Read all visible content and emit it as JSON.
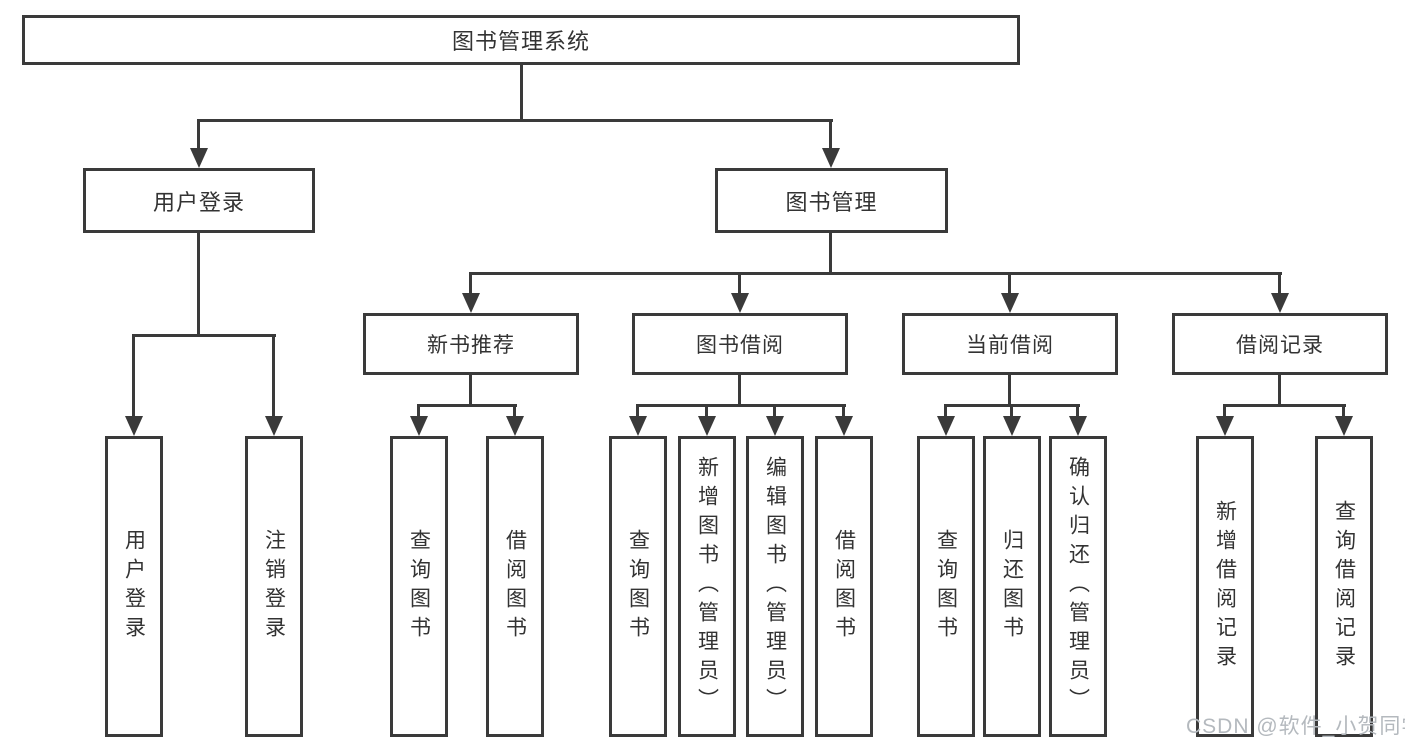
{
  "diagram": {
    "root": {
      "label": "图书管理系统"
    },
    "level2": [
      {
        "id": "user-login",
        "label": "用户登录"
      },
      {
        "id": "book-mgmt",
        "label": "图书管理"
      }
    ],
    "level3": [
      {
        "id": "new-book-rec",
        "label": "新书推荐"
      },
      {
        "id": "book-borrow",
        "label": "图书借阅"
      },
      {
        "id": "current-borrow",
        "label": "当前借阅"
      },
      {
        "id": "borrow-record",
        "label": "借阅记录"
      }
    ],
    "leaves": [
      {
        "id": "leaf-user-login",
        "label": "用户登录"
      },
      {
        "id": "leaf-logout",
        "label": "注销登录"
      },
      {
        "id": "leaf-rec-query-book",
        "label": "查询图书"
      },
      {
        "id": "leaf-rec-borrow-book",
        "label": "借阅图书"
      },
      {
        "id": "leaf-bb-query-book",
        "label": "查询图书"
      },
      {
        "id": "leaf-bb-add-book-admin",
        "label": "新增图书（管理员）"
      },
      {
        "id": "leaf-bb-edit-book-admin",
        "label": "编辑图书（管理员）"
      },
      {
        "id": "leaf-bb-borrow-book",
        "label": "借阅图书"
      },
      {
        "id": "leaf-cur-query-book",
        "label": "查询图书"
      },
      {
        "id": "leaf-cur-return-book",
        "label": "归还图书"
      },
      {
        "id": "leaf-cur-confirm-admin",
        "label": "确认归还（管理员）"
      },
      {
        "id": "leaf-rec-add-record",
        "label": "新增借阅记录"
      },
      {
        "id": "leaf-rec-query-record",
        "label": "查询借阅记录"
      }
    ]
  },
  "watermark": {
    "text": "CSDN @软件_小贺同学"
  },
  "colors": {
    "line": "#3a3a3a",
    "text": "#333333",
    "watermark": "#b4b9be",
    "background": "#ffffff"
  }
}
